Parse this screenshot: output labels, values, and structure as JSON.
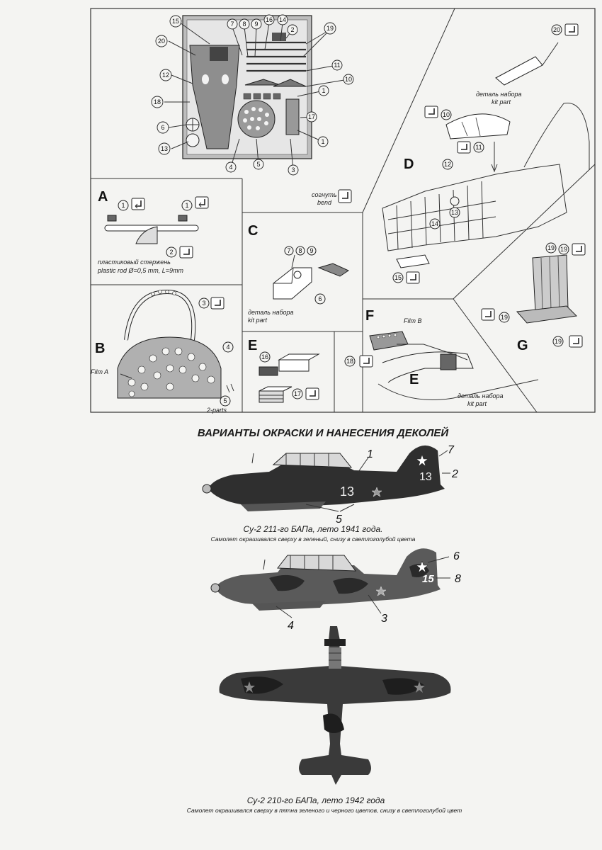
{
  "instructions": {
    "sections": [
      "A",
      "B",
      "C",
      "D",
      "E",
      "F",
      "G"
    ],
    "section_e_inset": "E",
    "labels": {
      "bend_ru": "согнуть",
      "bend_en": "bend",
      "kit_part_ru": "деталь набора",
      "kit_part_en": "kit part",
      "plastic_rod_ru": "пластиковый стержень",
      "plastic_rod_en": "plastic rod  Ø=0,5 mm, L=9mm",
      "film_a": "Film A",
      "film_b": "Film B",
      "two_parts": "2-parts"
    },
    "fret_callouts": [
      "15",
      "20",
      "12",
      "18",
      "6",
      "13",
      "7",
      "8",
      "9",
      "16",
      "14",
      "2",
      "19",
      "11",
      "10",
      "1",
      "17",
      "1",
      "4",
      "5",
      "3"
    ]
  },
  "painting": {
    "heading": "ВАРИАНТЫ ОКРАСКИ И НАНЕСЕНИЯ ДЕКОЛЕЙ",
    "scheme1": {
      "caption": "Су-2  211-го БАПа, лето 1941 года.",
      "note": "Самолет окрашивался сверху в зеленый, снизу в светлоголубой цвета",
      "tail_number": "13",
      "callouts": [
        "1",
        "7",
        "2",
        "5"
      ]
    },
    "scheme2": {
      "caption": "Су-2  210-го БАПа, лето 1942 года",
      "note": "Самолет окрашивался сверху в пятна зеленого и черного цветов, снизу в светлоголубой цвет",
      "tail_number": "15",
      "callouts": [
        "6",
        "8",
        "4",
        "3"
      ]
    }
  }
}
